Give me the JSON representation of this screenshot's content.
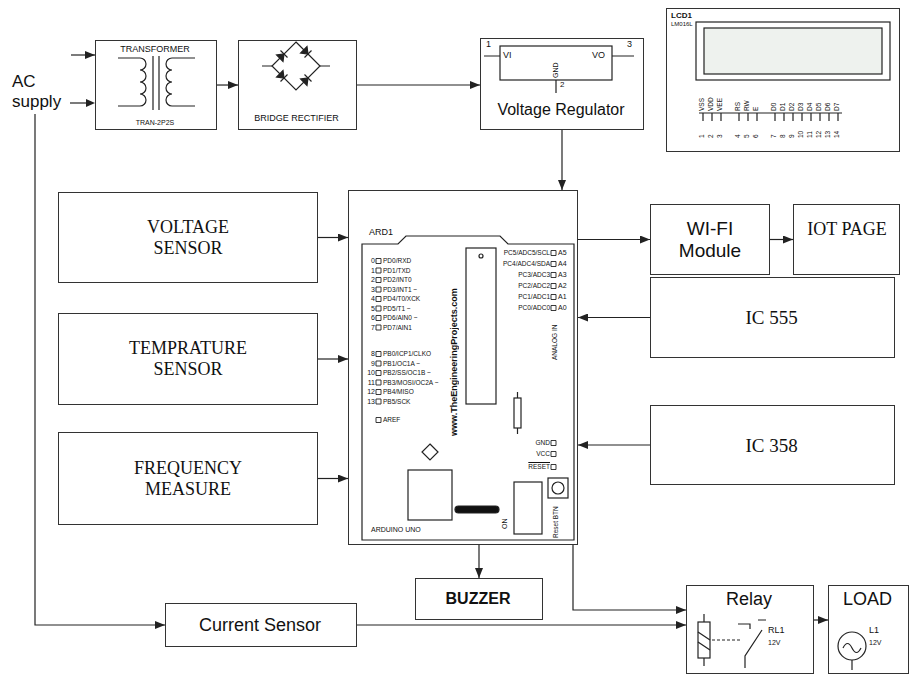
{
  "diagram": {
    "nodes": [
      {
        "text": [
          "AC supply"
        ]
      },
      {
        "text": [
          "TRANSFORMER",
          "TRAN-2P2S"
        ]
      },
      {
        "text": [
          "BRIDGE RECTIFIER"
        ]
      },
      {
        "text": [
          "Voltage Regulator"
        ]
      },
      {
        "text": [
          "LCD1",
          "LM016L"
        ]
      },
      {
        "text": [
          "VOLTAGE SENSOR"
        ]
      },
      {
        "text": [
          "ARD1",
          "ARDUINO UNO"
        ]
      },
      {
        "text": [
          "WI-FI Module"
        ]
      },
      {
        "text": [
          "IOT PAGE"
        ]
      },
      {
        "text": [
          "TEMPRATURE SENSOR"
        ]
      },
      {
        "text": [
          "IC 555"
        ]
      },
      {
        "text": [
          "FREQUENCY MEASURE"
        ]
      },
      {
        "text": [
          "IC 358"
        ]
      },
      {
        "text": [
          "BUZZER"
        ]
      },
      {
        "text": [
          "Current Sensor"
        ]
      },
      {
        "text": [
          "Relay"
        ]
      },
      {
        "text": [
          "LOAD"
        ]
      }
    ],
    "edges": [
      {
        "from": 0,
        "to": 1,
        "arrow": "to"
      },
      {
        "from": 1,
        "to": 2,
        "arrow": "to"
      },
      {
        "from": 2,
        "to": 3,
        "arrow": "to"
      },
      {
        "from": 3,
        "to": 6,
        "arrow": "to"
      },
      {
        "from": 5,
        "to": 6,
        "arrow": "to"
      },
      {
        "from": 9,
        "to": 6,
        "arrow": "to"
      },
      {
        "from": 11,
        "to": 6,
        "arrow": "to"
      },
      {
        "from": 6,
        "to": 7,
        "arrow": "to"
      },
      {
        "from": 7,
        "to": 8,
        "arrow": "to"
      },
      {
        "from": 10,
        "to": 6,
        "arrow": "to"
      },
      {
        "from": 12,
        "to": 6,
        "arrow": "to"
      },
      {
        "from": 6,
        "to": 13,
        "arrow": "to"
      },
      {
        "from": 6,
        "to": 15,
        "arrow": "to"
      },
      {
        "from": 0,
        "to": 14,
        "arrow": "to"
      },
      {
        "from": 14,
        "to": 15,
        "arrow": "to"
      },
      {
        "from": 15,
        "to": 16,
        "arrow": "to"
      }
    ],
    "labels": [
      "1",
      "VI",
      "VO",
      "3",
      "GND",
      "2",
      "VSS",
      "VDD",
      "VEE",
      "RS",
      "RW",
      "E",
      "D0",
      "D1",
      "D2",
      "D3",
      "D4",
      "D5",
      "D6",
      "D7",
      "1",
      "2",
      "3",
      "4",
      "5",
      "6",
      "7",
      "8",
      "9",
      "10",
      "11",
      "12",
      "13",
      "14",
      "0",
      "1",
      "2",
      "3",
      "4",
      "5",
      "6",
      "7",
      "8",
      "9",
      "10",
      "11",
      "12",
      "13",
      "PD0/RXD",
      "PD1/TXD",
      "PD2/INT0",
      "PD3/INT1 ~",
      "PD4/T0/XCK",
      "PD5/T1 ~",
      "PD6/AIN0 ~",
      "PD7/AIN1",
      "PB0/ICP1/CLKO",
      "PB1/OC1A ~",
      "PB2/SS/OC1B ~",
      "PB3/MOSI/OC2A ~",
      "PB4/MISO",
      "PB5/SCK",
      "AREF",
      "PC5/ADC5/SCL",
      "PC4/ADC4/SDA",
      "PC3/ADC3",
      "PC2/ADC2",
      "PC1/ADC1",
      "PC0/ADC0",
      "A5",
      "A4",
      "A3",
      "A2",
      "A1",
      "A0",
      "ANALOG IN",
      "GND",
      "VCC",
      "RESET",
      "www.TheEngineeringProjects.com",
      "ON",
      "Reset BTN",
      "RL1",
      "12V",
      "L1",
      "12V"
    ]
  }
}
